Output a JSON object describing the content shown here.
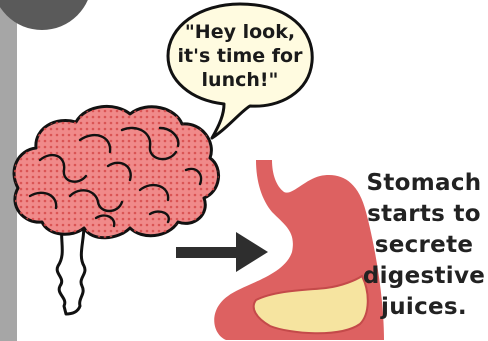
{
  "speech_bubble": {
    "text_lines": [
      "\"Hey look,",
      "it's time for",
      "lunch!\""
    ]
  },
  "caption": {
    "lines": [
      "Stomach",
      "starts to",
      "secrete",
      "digestive",
      "juices."
    ]
  },
  "colors": {
    "brain": "#f08a8a",
    "brain_dots": "#d64a4a",
    "stomach": "#dd6161",
    "stomach_juice": "#f6e4a0",
    "arrow": "#2e2e2e",
    "bubble_fill": "#fffbe0",
    "side_bar": "#a6a6a6"
  },
  "icons": [
    "brain-icon",
    "speech-bubble-icon",
    "arrow-right-icon",
    "stomach-icon"
  ]
}
